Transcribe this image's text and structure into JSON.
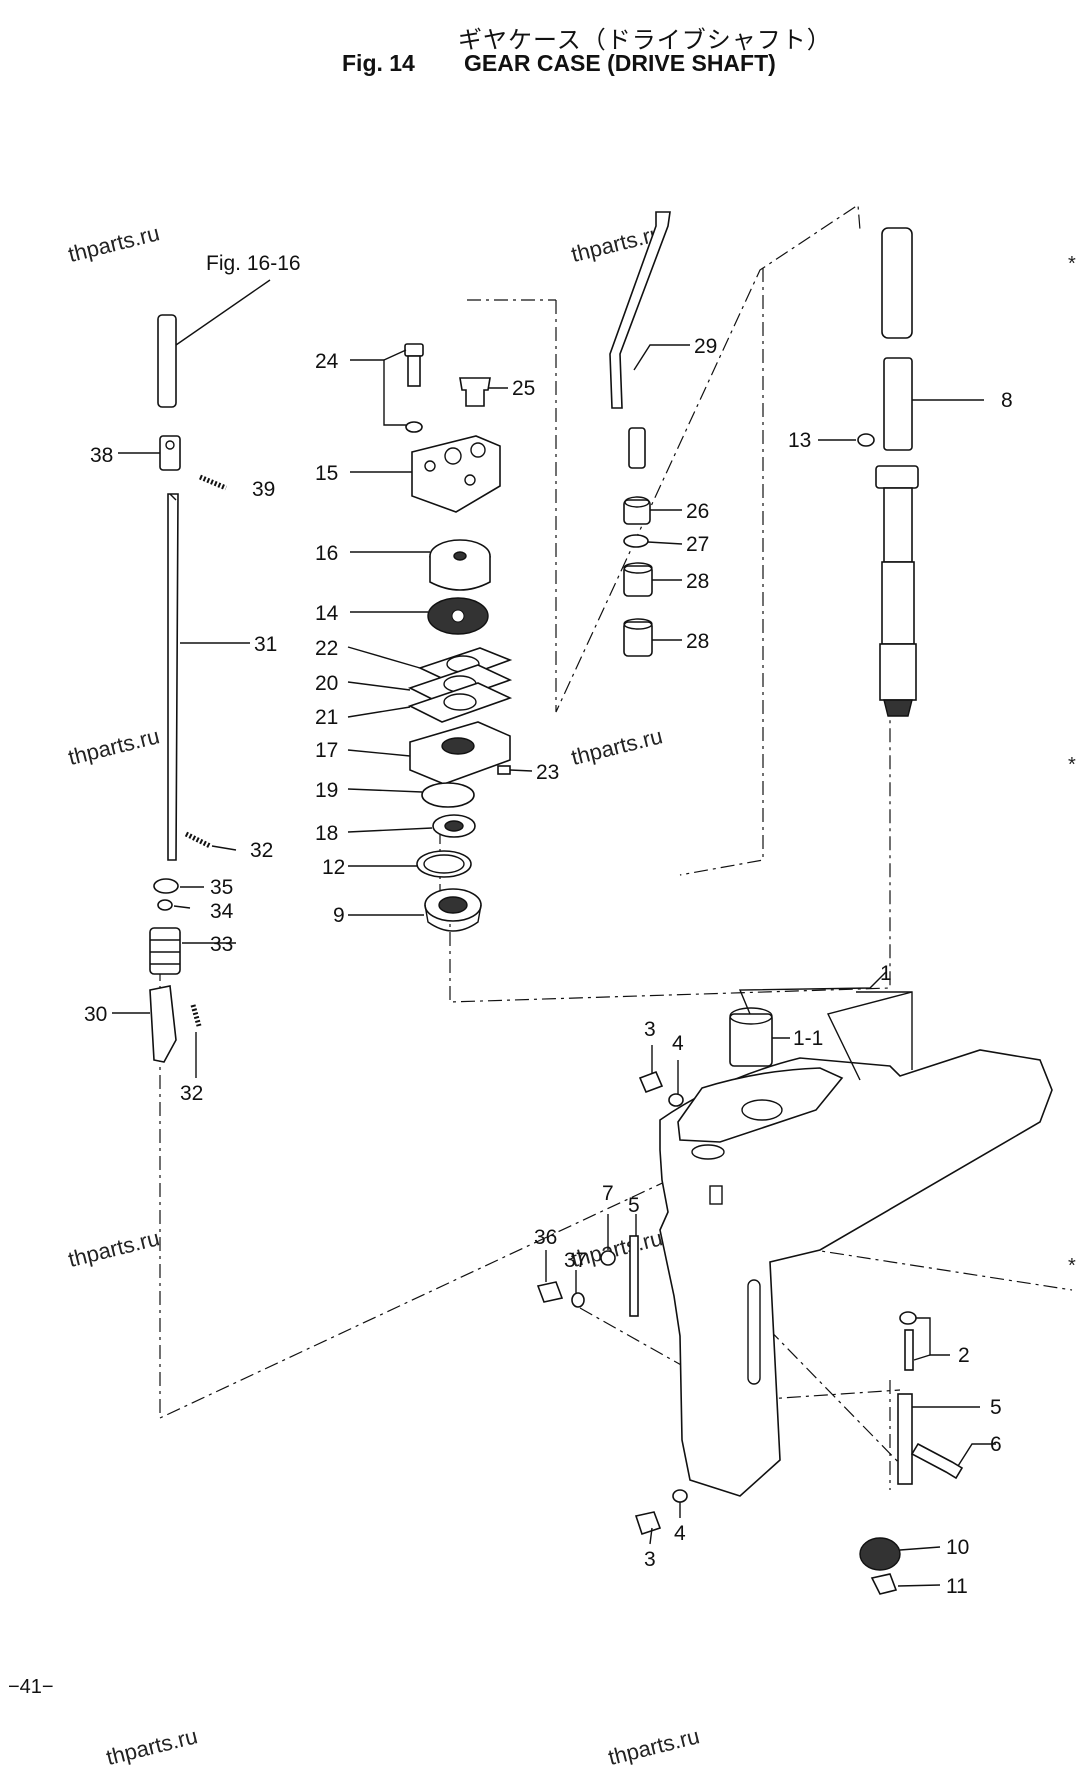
{
  "header": {
    "title_jp": "ギヤケース（ドライブシャフト）",
    "fig_label": "Fig. 14",
    "title_en": "GEAR CASE (DRIVE SHAFT)"
  },
  "reference": "Fig. 16-16",
  "watermark": "thparts.ru",
  "page_number": "−41−",
  "edge_mark": "*",
  "callouts": [
    "1",
    "1-1",
    "2",
    "3",
    "3",
    "4",
    "4",
    "5",
    "5",
    "6",
    "7",
    "8",
    "9",
    "10",
    "11",
    "12",
    "13",
    "14",
    "15",
    "16",
    "17",
    "18",
    "19",
    "20",
    "21",
    "22",
    "23",
    "24",
    "25",
    "26",
    "27",
    "28",
    "28",
    "29",
    "30",
    "31",
    "32",
    "32",
    "33",
    "34",
    "35",
    "36",
    "37",
    "38",
    "39"
  ]
}
